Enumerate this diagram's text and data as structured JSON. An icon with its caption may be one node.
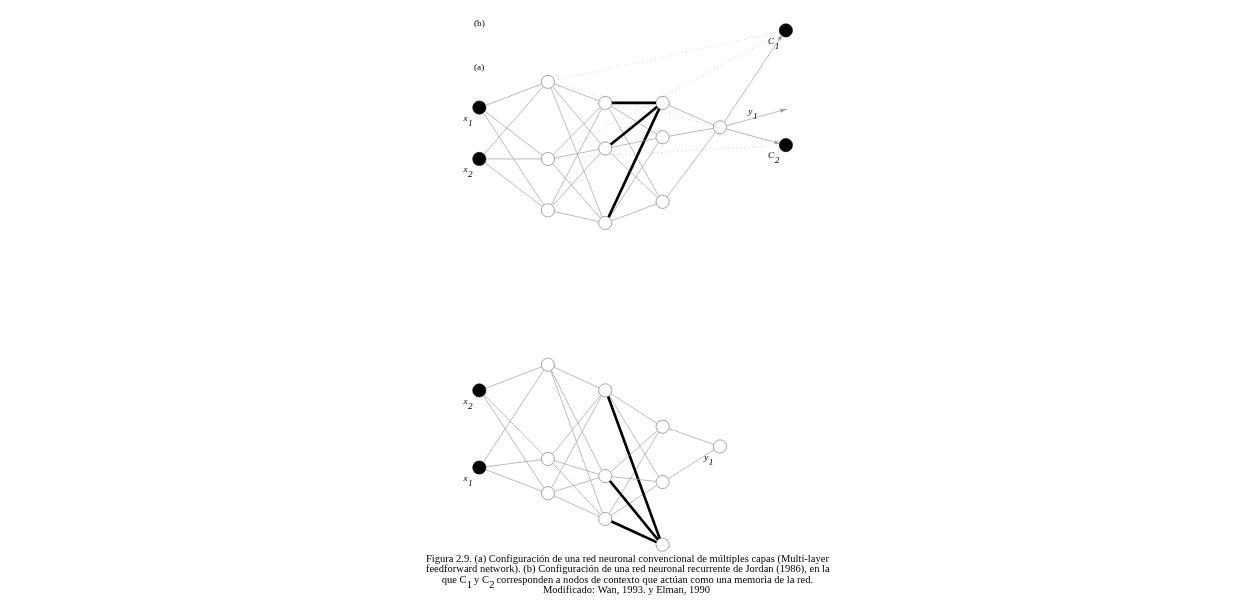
{
  "diagram": {
    "caption": "Figura 2.9. (a) Configuración de una red neuronal convencional de múltiples capas  (Multi-layer feedforward network). (b) Configuración de una red neuronal recurrente de Jordan (1986), en la que C$_{1}$ y C$_{2}$ corresponden a nodos de contexto que actúan como una memoria de la red. Modificado: Wan, 1993. y Elman, 1990",
    "nodes": [
      {
        "text": [],
        "shape": "circle",
        "beside": [
          "x$_{1}$"
        ]
      },
      {
        "text": [],
        "shape": "circle",
        "beside": [
          "x$_{2}$"
        ]
      },
      {
        "text": [],
        "shape": "circle"
      },
      {
        "text": [],
        "shape": "circle"
      },
      {
        "text": [],
        "shape": "circle"
      },
      {
        "text": [],
        "shape": "circle"
      },
      {
        "text": [],
        "shape": "circle"
      },
      {
        "text": [],
        "shape": "circle"
      },
      {
        "text": [],
        "shape": "circle"
      },
      {
        "text": [],
        "shape": "circle"
      },
      {
        "text": [],
        "shape": "circle"
      },
      {
        "text": [],
        "shape": "circle",
        "beside": [
          "y$_{1}$"
        ]
      },
      {
        "text": [],
        "shape": "circle",
        "beside": [
          "x$_{1}$"
        ]
      },
      {
        "text": [],
        "shape": "circle",
        "beside": [
          "x$_{2}$"
        ]
      },
      {
        "text": [],
        "shape": "circle"
      },
      {
        "text": [],
        "shape": "circle"
      },
      {
        "text": [],
        "shape": "circle"
      },
      {
        "text": [],
        "shape": "circle"
      },
      {
        "text": [],
        "shape": "circle"
      },
      {
        "text": [],
        "shape": "circle"
      },
      {
        "text": [],
        "shape": "circle"
      },
      {
        "text": [],
        "shape": "circle"
      },
      {
        "text": [],
        "shape": "circle"
      },
      {
        "text": [],
        "shape": "circle"
      },
      {
        "text": [],
        "shape": "circle",
        "beside": [
          "C$_{1}$"
        ]
      },
      {
        "text": [],
        "shape": "circle",
        "beside": [
          "C$_{2}$"
        ]
      }
    ],
    "edges": [
      {
        "from": 0,
        "to": 2,
        "arrow": "none"
      },
      {
        "from": 0,
        "to": 3,
        "arrow": "none"
      },
      {
        "from": 0,
        "to": 4,
        "arrow": "none"
      },
      {
        "from": 1,
        "to": 2,
        "arrow": "none"
      },
      {
        "from": 1,
        "to": 3,
        "arrow": "none"
      },
      {
        "from": 1,
        "to": 4,
        "arrow": "none"
      },
      {
        "from": 2,
        "to": 5,
        "arrow": "none"
      },
      {
        "from": 2,
        "to": 6,
        "arrow": "none"
      },
      {
        "from": 2,
        "to": 7,
        "arrow": "none"
      },
      {
        "from": 3,
        "to": 5,
        "arrow": "none"
      },
      {
        "from": 3,
        "to": 6,
        "arrow": "none"
      },
      {
        "from": 3,
        "to": 7,
        "arrow": "none"
      },
      {
        "from": 4,
        "to": 5,
        "arrow": "none"
      },
      {
        "from": 4,
        "to": 6,
        "arrow": "none"
      },
      {
        "from": 4,
        "to": 7,
        "arrow": "none"
      },
      {
        "from": 5,
        "to": 8,
        "arrow": "none"
      },
      {
        "from": 5,
        "to": 9,
        "arrow": "none",
        "style": "thick",
        "color": "#000000"
      },
      {
        "from": 5,
        "to": 10,
        "arrow": "none"
      },
      {
        "from": 6,
        "to": 8,
        "arrow": "none"
      },
      {
        "from": 6,
        "to": 9,
        "arrow": "none",
        "style": "thick",
        "color": "#000000"
      },
      {
        "from": 6,
        "to": 10,
        "arrow": "none"
      },
      {
        "from": 7,
        "to": 8,
        "arrow": "none"
      },
      {
        "from": 7,
        "to": 9,
        "arrow": "none",
        "style": "thick",
        "color": "#000000"
      },
      {
        "from": 7,
        "to": 10,
        "arrow": "none"
      },
      {
        "from": 8,
        "to": 11,
        "arrow": "none"
      },
      {
        "from": 10,
        "to": 11,
        "arrow": "none"
      },
      {
        "from": 12,
        "to": 14,
        "arrow": "none"
      },
      {
        "from": 12,
        "to": 15,
        "arrow": "none"
      },
      {
        "from": 12,
        "to": 16,
        "arrow": "none"
      },
      {
        "from": 13,
        "to": 14,
        "arrow": "none"
      },
      {
        "from": 13,
        "to": 15,
        "arrow": "none"
      },
      {
        "from": 13,
        "to": 16,
        "arrow": "none"
      },
      {
        "from": 14,
        "to": 17,
        "arrow": "none"
      },
      {
        "from": 14,
        "to": 18,
        "arrow": "none"
      },
      {
        "from": 14,
        "to": 19,
        "arrow": "none"
      },
      {
        "from": 15,
        "to": 17,
        "arrow": "none"
      },
      {
        "from": 15,
        "to": 18,
        "arrow": "none"
      },
      {
        "from": 15,
        "to": 19,
        "arrow": "none"
      },
      {
        "from": 16,
        "to": 17,
        "arrow": "none"
      },
      {
        "from": 16,
        "to": 18,
        "arrow": "none"
      },
      {
        "from": 16,
        "to": 19,
        "arrow": "none"
      },
      {
        "from": 17,
        "to": 20,
        "arrow": "none"
      },
      {
        "from": 17,
        "to": 21,
        "arrow": "none",
        "style": "thick",
        "color": "#000000"
      },
      {
        "from": 17,
        "to": 22,
        "arrow": "none"
      },
      {
        "from": 18,
        "to": 20,
        "arrow": "none"
      },
      {
        "from": 18,
        "to": 21,
        "arrow": "none",
        "style": "thick",
        "color": "#000000"
      },
      {
        "from": 18,
        "to": 22,
        "arrow": "none"
      },
      {
        "from": 19,
        "to": 20,
        "arrow": "none"
      },
      {
        "from": 19,
        "to": 21,
        "arrow": "none",
        "style": "thick",
        "color": "#000000"
      },
      {
        "from": 19,
        "to": 22,
        "arrow": "none"
      },
      {
        "from": 20,
        "to": 23,
        "arrow": "none"
      },
      {
        "from": 21,
        "to": 23,
        "arrow": "none"
      },
      {
        "from": 22,
        "to": 23,
        "arrow": "none"
      },
      {
        "from": 23,
        "to": null,
        "arrow": "to",
        "label": "y$_{1}$"
      },
      {
        "from": 23,
        "to": 24,
        "arrow": "to"
      },
      {
        "from": 23,
        "to": 25,
        "arrow": "to"
      },
      {
        "from": 24,
        "to": 15,
        "arrow": "none",
        "style": "dashed"
      },
      {
        "from": 24,
        "to": 16,
        "arrow": "none",
        "style": "dashed"
      },
      {
        "from": 25,
        "to": 15,
        "arrow": "none",
        "style": "dashed"
      },
      {
        "from": 25,
        "to": 16,
        "arrow": "none",
        "style": "dashed"
      }
    ],
    "labels": [
      "(a)",
      "(b)"
    ]
  }
}
